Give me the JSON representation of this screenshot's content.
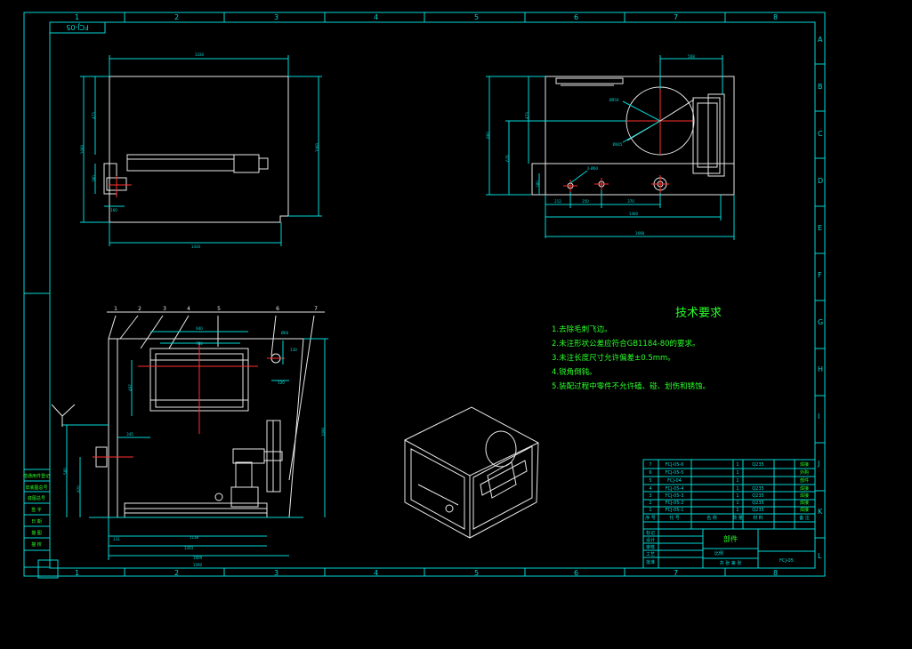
{
  "sheet": {
    "drawing_no_top": "FCJ-05",
    "column_labels": [
      "1",
      "2",
      "3",
      "4",
      "5",
      "6",
      "7",
      "8"
    ],
    "row_labels": [
      "A",
      "B",
      "C",
      "D",
      "E",
      "F",
      "G",
      "H",
      "I",
      "J",
      "K",
      "L"
    ],
    "colors": {
      "frame": "#00d8d8",
      "geometry": "#e8e8e8",
      "text": "#2aff2a",
      "center": "#ff3030"
    }
  },
  "front_view": {
    "dims": {
      "width_top": "1330",
      "width_bottom": "1430",
      "height_right": "1060",
      "height_left": "1060",
      "height_mid": "473",
      "small_a": "380",
      "small_b": "160"
    }
  },
  "side_view": {
    "dims": {
      "top": "508",
      "height_left": "860",
      "h2": "473",
      "h3": "676",
      "h4": "380",
      "d1": "Ø950",
      "d2": "Ø445",
      "hole": "2-Ø60",
      "b1": "212",
      "b2": "250",
      "b3": "370",
      "b4": "1460",
      "overall": "1698"
    }
  },
  "top_view": {
    "balloons": [
      "1",
      "2",
      "3",
      "4",
      "5",
      "6",
      "7"
    ],
    "dims": {
      "d940": "940",
      "d780": "780",
      "d497": "497",
      "d130": "130",
      "d120": "120",
      "d345": "345",
      "d1090": "1090",
      "d580": "580",
      "d820": "820",
      "d131": "131",
      "d1138": "1138",
      "d1203": "1203",
      "d1609": "1609",
      "d1590": "1590",
      "d60": "Ø60"
    }
  },
  "tech_requirements": {
    "title": "技术要求",
    "items": [
      "1.去除毛刺飞边。",
      "2.未注形状公差应符合GB1184-80的要求。",
      "3.未注长度尺寸允许偏差±0.5mm。",
      "4.锐角倒钝。",
      "5.装配过程中零件不允许磕、碰、划伤和锈蚀。"
    ]
  },
  "left_stamp": [
    "借通用件登记",
    "旧底图总号",
    "底图总号",
    "签 字",
    "日 期",
    "描 图",
    "描 校"
  ],
  "title_block": {
    "bom": [
      {
        "no": "7",
        "code": "FCJ-05-6",
        "name": "",
        "qty": "1",
        "mat": "Q235",
        "note": "焊接"
      },
      {
        "no": "6",
        "code": "FCJ-05-5",
        "name": "",
        "qty": "1",
        "mat": "",
        "note": "外购"
      },
      {
        "no": "5",
        "code": "FCJ-04",
        "name": "",
        "qty": "1",
        "mat": "",
        "note": "部件"
      },
      {
        "no": "4",
        "code": "FCJ-05-4",
        "name": "",
        "qty": "1",
        "mat": "Q235",
        "note": "焊接"
      },
      {
        "no": "3",
        "code": "FCJ-05-3",
        "name": "",
        "qty": "1",
        "mat": "Q235",
        "note": "焊接"
      },
      {
        "no": "2",
        "code": "FCJ-05-2",
        "name": "",
        "qty": "1",
        "mat": "Q235",
        "note": "焊接"
      },
      {
        "no": "1",
        "code": "FCJ-05-1",
        "name": "",
        "qty": "1",
        "mat": "Q235",
        "note": "焊接"
      }
    ],
    "bom_header": [
      "序 号",
      "代 号",
      "名 称",
      "数 量",
      "材 料",
      "备 注"
    ],
    "part_type": "部件",
    "drawing_name": "",
    "drawing_no": "FCJ-05",
    "sign_rows": [
      "标记",
      "设计",
      "审核",
      "工艺",
      "批准"
    ],
    "scale_label": "比例",
    "sheet_label": "共 张 第 张"
  }
}
